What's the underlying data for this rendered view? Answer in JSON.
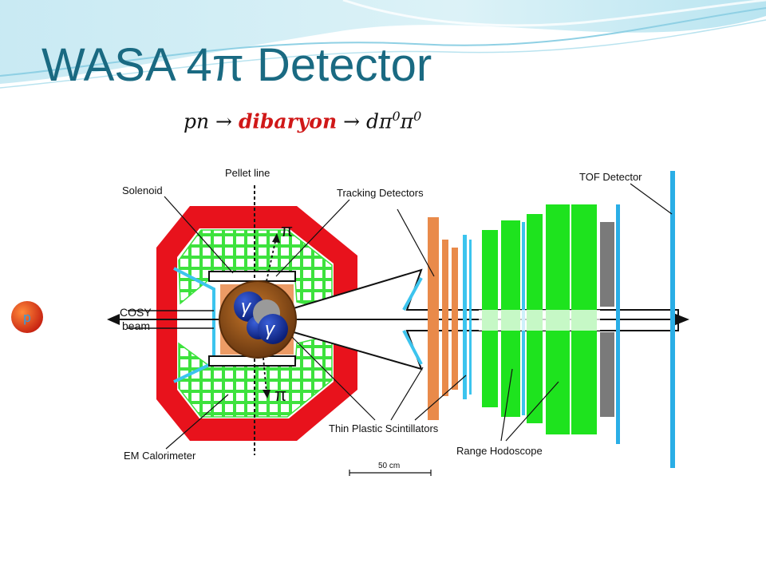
{
  "slide": {
    "title": "WASA 4π Detector",
    "equation": {
      "lhs": "pn →",
      "highlight": "dibaryon",
      "arrow": "→ dπ",
      "sup1": "0",
      "mid": "π",
      "sup2": "0"
    },
    "proton_badge": "p"
  },
  "diagram": {
    "labels": {
      "pellet_line": "Pellet line",
      "solenoid": "Solenoid",
      "tracking": "Tracking Detectors",
      "tof": "TOF Detector",
      "cosy_line1": "COSY",
      "cosy_line2": "beam",
      "em_cal": "EM Calorimeter",
      "thin_plastic": "Thin Plastic Scintillators",
      "range_hodo": "Range Hodoscope",
      "scale": "50 cm"
    },
    "particles": {
      "pi_top": "π",
      "pi_bottom": "π",
      "gamma1": "γ",
      "gamma2": "γ"
    },
    "colors": {
      "calorimeter_outer": "#e8121c",
      "calorimeter_crystals": "#3de23d",
      "cyan": "#3cc4ee",
      "orange": "#e98a4a",
      "range_green": "#1ee31e",
      "gray": "#7a7a7a",
      "tof_blue": "#2aaee6",
      "title": "#1a6a82",
      "highlight": "#d01818"
    }
  }
}
